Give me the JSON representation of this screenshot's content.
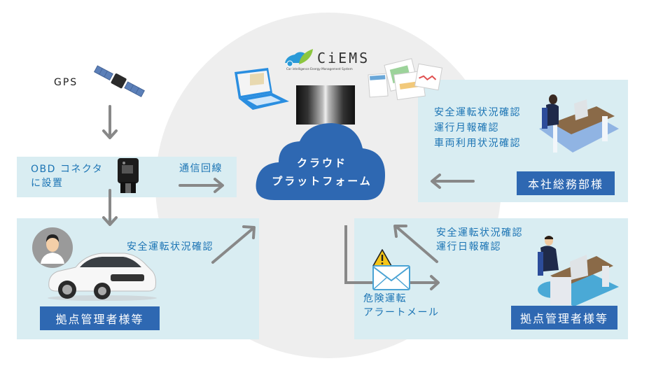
{
  "logo": {
    "name": "CiEMS",
    "tagline": "Car intelligence Energy Management System"
  },
  "gps": {
    "label": "GPS"
  },
  "obd": {
    "label_line1": "OBD コネクタ",
    "label_line2": "に設置",
    "comm_label": "通信回線"
  },
  "cloud": {
    "line1": "クラウド",
    "line2": "プラットフォーム"
  },
  "left_site": {
    "check_label": "安全運転状況確認",
    "role_label": "拠点管理者様等"
  },
  "head_office": {
    "items": [
      "安全運転状況確認",
      "運行月報確認",
      "車両利用状況確認"
    ],
    "role_label": "本社総務部様"
  },
  "right_site": {
    "items": [
      "安全運転状況確認",
      "運行日報確認"
    ],
    "alert_line1": "危険運転",
    "alert_line2": "アラートメール",
    "role_label": "拠点管理者様等"
  },
  "colors": {
    "panel_bg": "#d9edf2",
    "circle_bg": "#eeeeee",
    "accent_blue": "#2e68b2",
    "text_blue": "#1b74b4",
    "arrow_gray": "#888888",
    "warning_yellow": "#f5c518"
  }
}
